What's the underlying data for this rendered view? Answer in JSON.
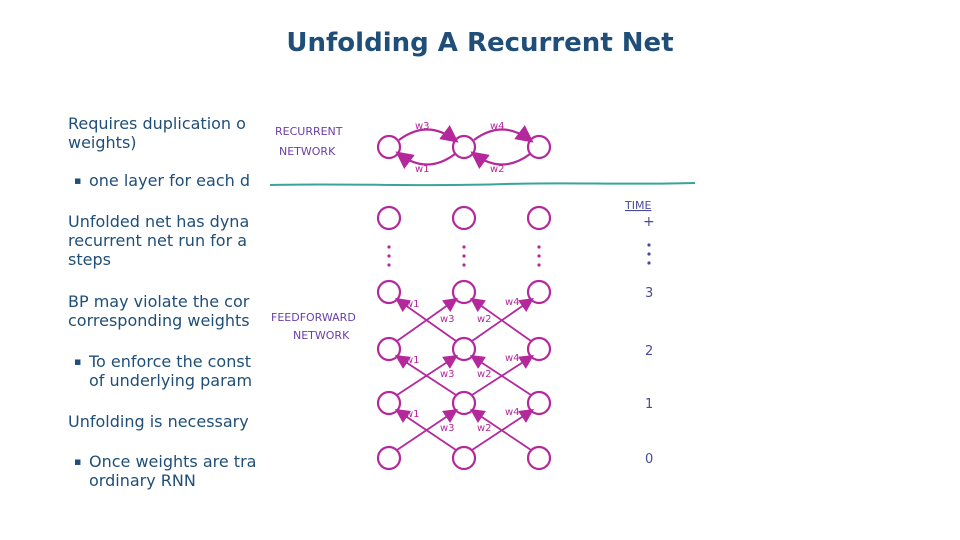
{
  "slide": {
    "title": "Unfolding A Recurrent Net",
    "bullets": [
      {
        "text": "Requires duplication o",
        "text2": "weights)"
      },
      {
        "text": "one layer for each d"
      },
      {
        "text": "Unfolded net has dyna",
        "text2": "recurrent net run for a",
        "text3": "steps"
      },
      {
        "text": "BP may violate the cor",
        "text2": "corresponding weights"
      },
      {
        "text": "To enforce the const",
        "text2": "of underlying param"
      },
      {
        "text": "Unfolding is necessary"
      },
      {
        "text": "Once weights are tra",
        "text2": "ordinary RNN"
      }
    ],
    "bullet_marker": "▪"
  },
  "figure": {
    "recurrent_label_1": "RECURRENT",
    "recurrent_label_2": "NETWORK",
    "feedforward_label_1": "FEEDFORWARD",
    "feedforward_label_2": "NETWORK",
    "time_label": "TIME",
    "time_plus": "+",
    "time_values": [
      "3",
      "2",
      "1",
      "0"
    ],
    "weights": {
      "w1": "w1",
      "w2": "w2",
      "w3": "w3",
      "w4": "w4"
    },
    "ink_color": "#b5289c",
    "label_color": "#6a3fa5",
    "line_color": "#3aa39b"
  }
}
